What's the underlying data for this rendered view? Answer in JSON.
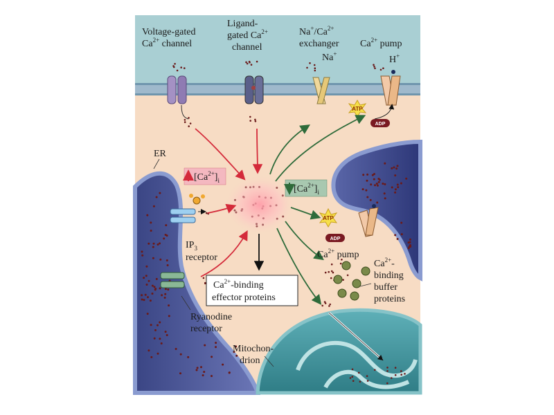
{
  "labels": {
    "voltage_gated": [
      "Voltage-gated",
      "Ca",
      "2+",
      "channel"
    ],
    "ligand_gated": [
      "Ligand-",
      "gated Ca",
      "2+",
      "channel"
    ],
    "exchanger_line1": [
      "Na",
      "+",
      "/Ca",
      "2+"
    ],
    "exchanger_line2": "exchanger",
    "na_ion": [
      "Na",
      "+"
    ],
    "pump_top": [
      "Ca",
      "2+",
      " pump"
    ],
    "h_ion": [
      "H",
      "+"
    ],
    "er": "ER",
    "ca_up": [
      "[Ca",
      "2+",
      "]",
      "i"
    ],
    "ca_down": [
      "[Ca",
      "2+",
      "]",
      "i"
    ],
    "ip3": [
      "IP",
      "3"
    ],
    "ip3_receptor": "receptor",
    "ryanodine": [
      "Ryanodine",
      "receptor"
    ],
    "effector": [
      "Ca",
      "2+",
      "-binding",
      "effector proteins"
    ],
    "pump_right": [
      "Ca",
      "2+",
      " pump"
    ],
    "buffer": [
      "Ca",
      "2+",
      "-",
      "binding",
      "buffer",
      "proteins"
    ],
    "mitochondrion": [
      "Mitochon-",
      "drion"
    ],
    "atp": "ATP",
    "adp": "ADP"
  },
  "colors": {
    "extracellular": "#a9cfd3",
    "membrane": "#6f95ad",
    "cytosol": "#f7dcc4",
    "er_lumen": "#4a5a9a",
    "mitochondrion": "#3f8f98",
    "increase_arrow": "#d42a3a",
    "decrease_arrow": "#2e6b3a",
    "ca_dot": "#6a1a1a"
  }
}
